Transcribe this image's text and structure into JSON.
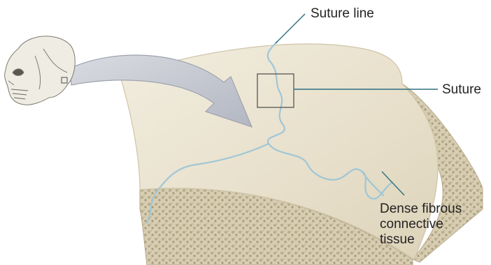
{
  "labels": {
    "suture_line": "Suture line",
    "suture": "Suture",
    "dense_tissue_lines": [
      "Dense fibrous",
      "connective",
      "tissue"
    ]
  },
  "colors": {
    "suture_blue": "#9fc6d6",
    "leader_teal": "#2e6f80",
    "bone_surface": "#ebe4d2",
    "bone_edge": "#d6ccb4",
    "spongy_bone": "#cbbf9f",
    "arrow_fill": "#c8cbd3"
  },
  "icons": [
    "skull-icon",
    "pointer-arrow-icon"
  ]
}
